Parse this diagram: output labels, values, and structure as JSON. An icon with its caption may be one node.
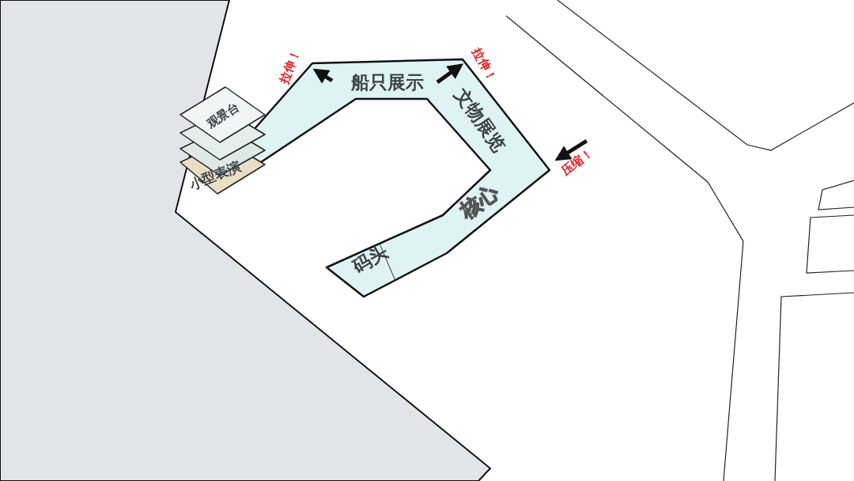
{
  "diagram": {
    "labels": [
      "观景台",
      "小型表演",
      "拉伸！",
      "船只展示",
      "拉伸！",
      "文物展览",
      "压缩！",
      "核心",
      "码头"
    ]
  }
}
